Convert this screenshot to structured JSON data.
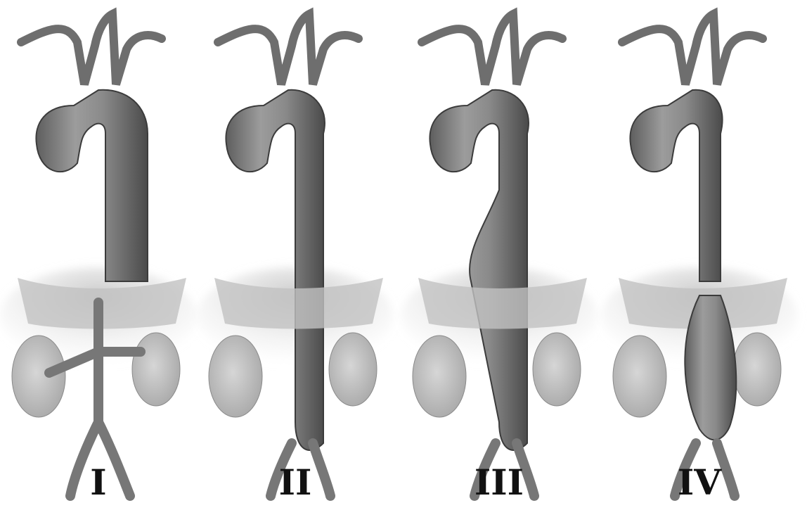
{
  "figure": {
    "panels": [
      {
        "label": "I"
      },
      {
        "label": "II"
      },
      {
        "label": "III"
      },
      {
        "label": "IV"
      }
    ]
  }
}
